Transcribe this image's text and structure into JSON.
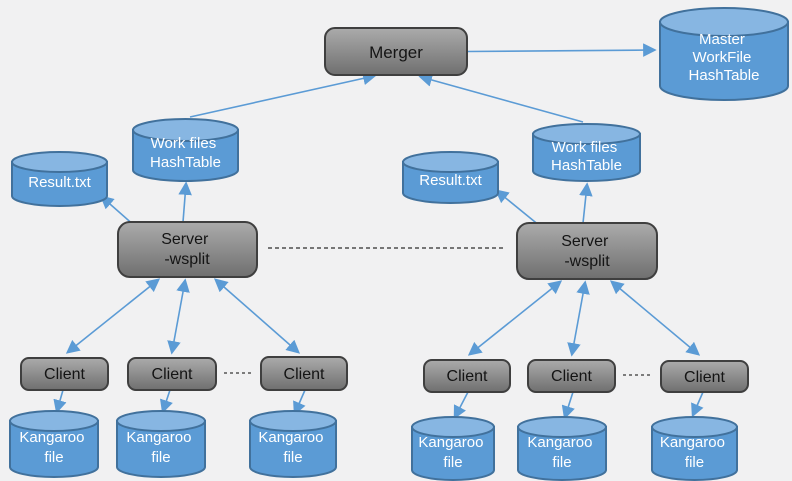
{
  "palette": {
    "background": "#f1f1f2",
    "box_fill_top": "#ababab",
    "box_fill_bottom": "#6f6f6f",
    "box_border": "#3f3f3f",
    "box_text": "#141414",
    "cylinder_fill": "#5b9bd5",
    "cylinder_top_fill": "#87b6e2",
    "cylinder_border": "#41719c",
    "cylinder_text": "#ffffff",
    "arrow_color": "#5b9bd5",
    "dash_color": "#4d4d4d"
  },
  "nodes": {
    "merger": "Merger",
    "master_hashtable": [
      "Master",
      "WorkFile",
      "HashTable"
    ],
    "work_files_hashtable": [
      "Work files",
      "HashTable"
    ],
    "result_file": "Result.txt",
    "server": [
      "Server",
      "-wsplit"
    ],
    "client": "Client",
    "kangaroo_file": [
      "Kangaroo",
      "file"
    ]
  },
  "edges": [
    {
      "from": "work-files-hashtable-left",
      "to": "merger",
      "type": "arrow"
    },
    {
      "from": "work-files-hashtable-right",
      "to": "merger",
      "type": "arrow"
    },
    {
      "from": "merger",
      "to": "master-workfile-hashtable",
      "type": "arrow"
    },
    {
      "from": "server-left",
      "to": "work-files-hashtable-left",
      "type": "arrow"
    },
    {
      "from": "server-left",
      "to": "result-txt-left",
      "type": "arrow"
    },
    {
      "from": "server-right",
      "to": "work-files-hashtable-right",
      "type": "arrow"
    },
    {
      "from": "server-right",
      "to": "result-txt-right",
      "type": "arrow"
    },
    {
      "from": "server-left",
      "to": "client-1",
      "type": "double-arrow"
    },
    {
      "from": "server-left",
      "to": "client-2",
      "type": "double-arrow"
    },
    {
      "from": "server-left",
      "to": "client-3",
      "type": "double-arrow"
    },
    {
      "from": "server-right",
      "to": "client-4",
      "type": "double-arrow"
    },
    {
      "from": "server-right",
      "to": "client-5",
      "type": "double-arrow"
    },
    {
      "from": "server-right",
      "to": "client-6",
      "type": "double-arrow"
    },
    {
      "from": "client-1",
      "to": "kangaroo-file-1",
      "type": "arrow"
    },
    {
      "from": "client-2",
      "to": "kangaroo-file-2",
      "type": "arrow"
    },
    {
      "from": "client-3",
      "to": "kangaroo-file-3",
      "type": "arrow"
    },
    {
      "from": "client-4",
      "to": "kangaroo-file-4",
      "type": "arrow"
    },
    {
      "from": "client-5",
      "to": "kangaroo-file-5",
      "type": "arrow"
    },
    {
      "from": "client-6",
      "to": "kangaroo-file-6",
      "type": "arrow"
    },
    {
      "from": "server-left",
      "to": "server-right",
      "type": "dashed"
    },
    {
      "from": "client-2",
      "to": "client-3",
      "type": "dashed"
    },
    {
      "from": "client-5",
      "to": "client-6",
      "type": "dashed"
    }
  ]
}
